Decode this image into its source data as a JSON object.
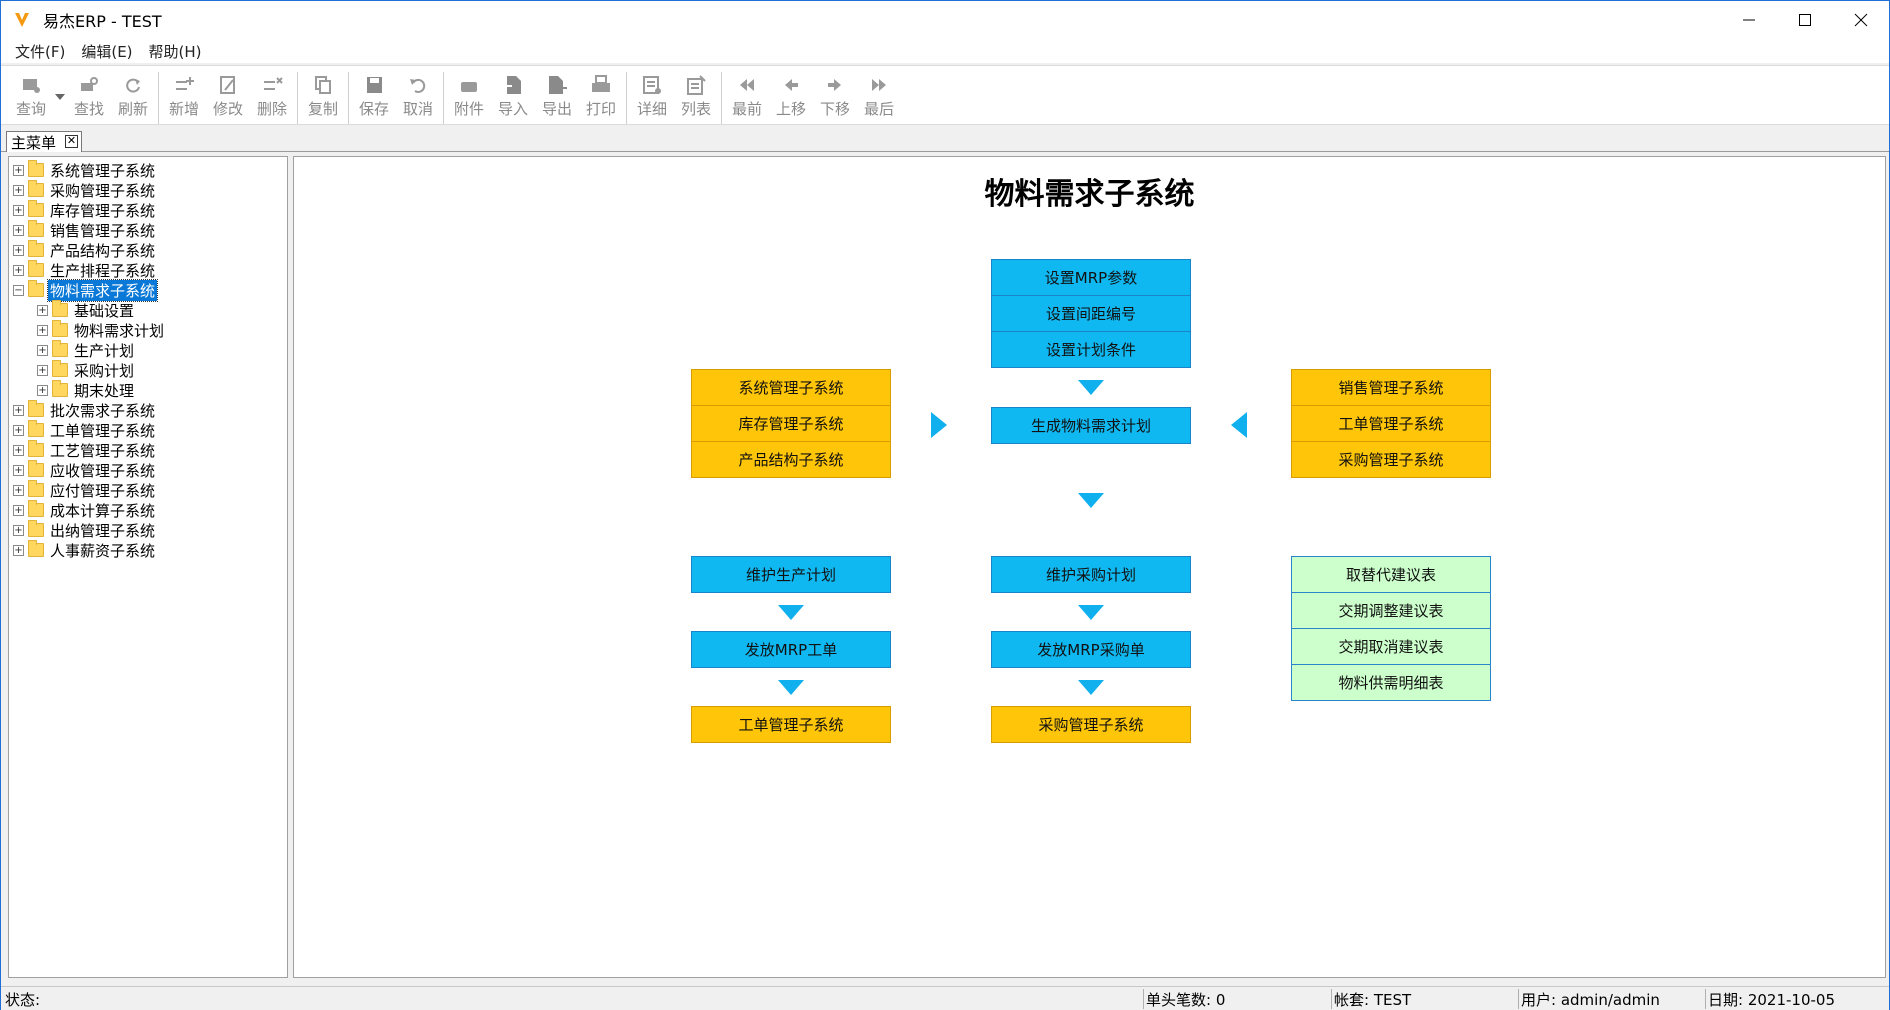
{
  "window": {
    "title": "易杰ERP - TEST",
    "controls": {
      "minimize": "—",
      "maximize": "☐",
      "close": "✕"
    }
  },
  "menu": [
    {
      "label": "文件(F)"
    },
    {
      "label": "编辑(E)"
    },
    {
      "label": "帮助(H)"
    }
  ],
  "toolbar": {
    "buttons": [
      {
        "label": "查询",
        "icon": "query-icon"
      },
      {
        "label": "查找",
        "icon": "find-icon"
      },
      {
        "label": "刷新",
        "icon": "refresh-icon"
      },
      {
        "label": "新增",
        "icon": "add-icon"
      },
      {
        "label": "修改",
        "icon": "edit-icon"
      },
      {
        "label": "删除",
        "icon": "delete-icon"
      },
      {
        "label": "复制",
        "icon": "copy-icon"
      },
      {
        "label": "保存",
        "icon": "save-icon"
      },
      {
        "label": "取消",
        "icon": "undo-icon"
      },
      {
        "label": "附件",
        "icon": "attach-icon"
      },
      {
        "label": "导入",
        "icon": "import-icon"
      },
      {
        "label": "导出",
        "icon": "export-icon"
      },
      {
        "label": "打印",
        "icon": "print-icon"
      },
      {
        "label": "详细",
        "icon": "detail-icon"
      },
      {
        "label": "列表",
        "icon": "list-icon"
      },
      {
        "label": "最前",
        "icon": "first-icon"
      },
      {
        "label": "上移",
        "icon": "prev-icon"
      },
      {
        "label": "下移",
        "icon": "next-icon"
      },
      {
        "label": "最后",
        "icon": "last-icon"
      }
    ]
  },
  "tabs": [
    {
      "label": "主菜单",
      "close": "✕"
    }
  ],
  "tree": {
    "items": [
      {
        "label": "系统管理子系统",
        "level": 0,
        "expander": "+"
      },
      {
        "label": "采购管理子系统",
        "level": 0,
        "expander": "+"
      },
      {
        "label": "库存管理子系统",
        "level": 0,
        "expander": "+"
      },
      {
        "label": "销售管理子系统",
        "level": 0,
        "expander": "+"
      },
      {
        "label": "产品结构子系统",
        "level": 0,
        "expander": "+"
      },
      {
        "label": "生产排程子系统",
        "level": 0,
        "expander": "+"
      },
      {
        "label": "物料需求子系统",
        "level": 0,
        "expander": "−",
        "selected": true
      },
      {
        "label": "基础设置",
        "level": 1,
        "expander": "+"
      },
      {
        "label": "物料需求计划",
        "level": 1,
        "expander": "+"
      },
      {
        "label": "生产计划",
        "level": 1,
        "expander": "+"
      },
      {
        "label": "采购计划",
        "level": 1,
        "expander": "+"
      },
      {
        "label": "期末处理",
        "level": 1,
        "expander": "+"
      },
      {
        "label": "批次需求子系统",
        "level": 0,
        "expander": "+"
      },
      {
        "label": "工单管理子系统",
        "level": 0,
        "expander": "+"
      },
      {
        "label": "工艺管理子系统",
        "level": 0,
        "expander": "+"
      },
      {
        "label": "应收管理子系统",
        "level": 0,
        "expander": "+"
      },
      {
        "label": "应付管理子系统",
        "level": 0,
        "expander": "+"
      },
      {
        "label": "成本计算子系统",
        "level": 0,
        "expander": "+"
      },
      {
        "label": "出纳管理子系统",
        "level": 0,
        "expander": "+"
      },
      {
        "label": "人事薪资子系统",
        "level": 0,
        "expander": "+"
      }
    ]
  },
  "diagram": {
    "title": "物料需求子系统",
    "setup": [
      "设置MRP参数",
      "设置间距编号",
      "设置计划条件"
    ],
    "generate": "生成物料需求计划",
    "left_inputs": [
      "系统管理子系统",
      "库存管理子系统",
      "产品结构子系统"
    ],
    "right_inputs": [
      "销售管理子系统",
      "工单管理子系统",
      "采购管理子系统"
    ],
    "production": {
      "maintain": "维护生产计划",
      "issue": "发放MRP工单",
      "target": "工单管理子系统"
    },
    "purchase": {
      "maintain": "维护采购计划",
      "issue": "发放MRP采购单",
      "target": "采购管理子系统"
    },
    "reports": [
      "取替代建议表",
      "交期调整建议表",
      "交期取消建议表",
      "物料供需明细表"
    ],
    "colors": {
      "blue": "#10b8f2",
      "yellow": "#ffc508",
      "green": "#ccffcc",
      "arrow": "#10b0ee"
    }
  },
  "status": {
    "state": "状态:",
    "records": "单头笔数: 0",
    "account": "帐套: TEST",
    "user": "用户: admin/admin",
    "date": "日期: 2021-10-05"
  }
}
